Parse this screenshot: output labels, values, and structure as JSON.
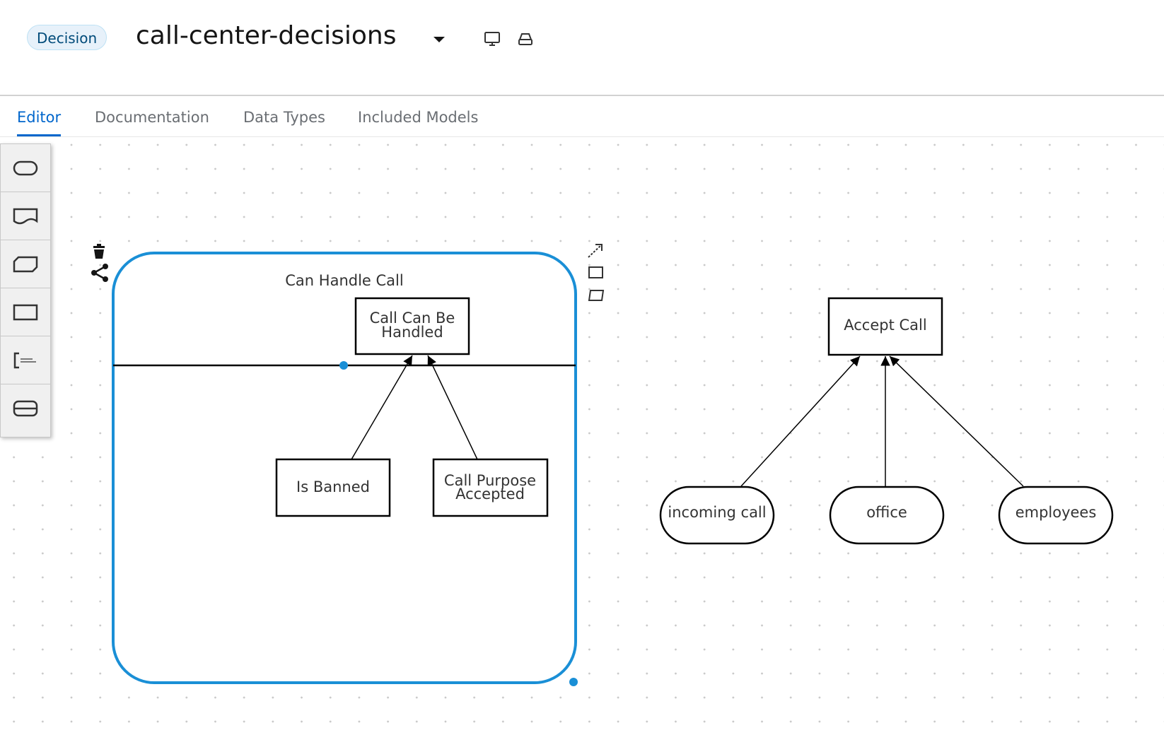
{
  "header": {
    "badge": "Decision",
    "title": "call-center-decisions",
    "icons": [
      "caret-down-icon",
      "monitor-icon",
      "drive-icon"
    ]
  },
  "tabs": [
    {
      "label": "Editor",
      "active": true
    },
    {
      "label": "Documentation",
      "active": false
    },
    {
      "label": "Data Types",
      "active": false
    },
    {
      "label": "Included Models",
      "active": false
    }
  ],
  "palette": {
    "items": [
      "input-data-icon",
      "knowledge-source-icon",
      "business-knowledge-model-icon",
      "decision-icon",
      "text-annotation-icon",
      "decision-service-icon"
    ]
  },
  "diagram": {
    "decision_service": {
      "label": "Can Handle Call",
      "output_decision": {
        "label_line1": "Call Can Be",
        "label_line2": "Handled"
      },
      "encapsulated_decisions": [
        {
          "label_line1": "Is Banned",
          "label_line2": ""
        },
        {
          "label_line1": "Call Purpose",
          "label_line2": "Accepted"
        }
      ]
    },
    "decision": {
      "label": "Accept Call"
    },
    "inputs": [
      {
        "label": "incoming call"
      },
      {
        "label": "office"
      },
      {
        "label": "employees"
      }
    ],
    "accent_color": "#1a8fd6"
  }
}
